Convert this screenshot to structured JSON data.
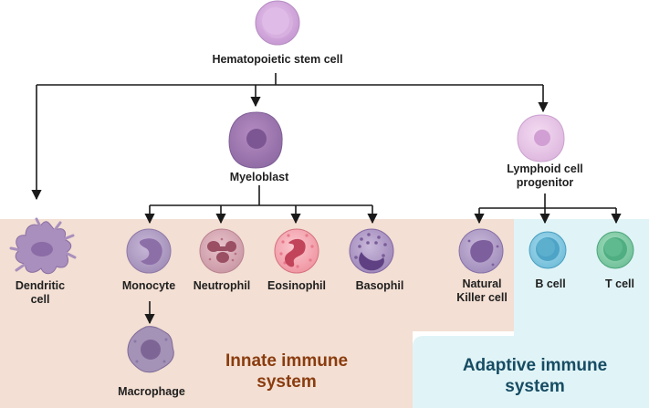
{
  "colors": {
    "innate_bg": "#f3dfd3",
    "adaptive_bg": "#e0f4f7",
    "innate_text": "#8a3c0e",
    "adaptive_text": "#174c63",
    "line": "#1a1a1a"
  },
  "cells": {
    "stem": {
      "label": "Hematopoietic stem cell",
      "icon": "stem-cell-icon"
    },
    "myeloblast": {
      "label": "Myeloblast",
      "icon": "myeloblast-cell-icon"
    },
    "lymphoid": {
      "label_line1": "Lymphoid cell",
      "label_line2": "progenitor",
      "icon": "lymphoid-progenitor-cell-icon"
    },
    "dendritic": {
      "label_line1": "Dendritic",
      "label_line2": "cell",
      "icon": "dendritic-cell-icon"
    },
    "monocyte": {
      "label": "Monocyte",
      "icon": "monocyte-cell-icon"
    },
    "neutrophil": {
      "label": "Neutrophil",
      "icon": "neutrophil-cell-icon"
    },
    "eosinophil": {
      "label": "Eosinophil",
      "icon": "eosinophil-cell-icon"
    },
    "basophil": {
      "label": "Basophil",
      "icon": "basophil-cell-icon"
    },
    "nk": {
      "label_line1": "Natural",
      "label_line2": "Killer cell",
      "icon": "natural-killer-cell-icon"
    },
    "bcell": {
      "label": "B cell",
      "icon": "b-cell-icon"
    },
    "tcell": {
      "label": "T cell",
      "icon": "t-cell-icon"
    },
    "macrophage": {
      "label": "Macrophage",
      "icon": "macrophage-cell-icon"
    }
  },
  "regions": {
    "innate": {
      "line1": "Innate immune",
      "line2": "system"
    },
    "adaptive": {
      "line1": "Adaptive immune",
      "line2": "system"
    }
  }
}
